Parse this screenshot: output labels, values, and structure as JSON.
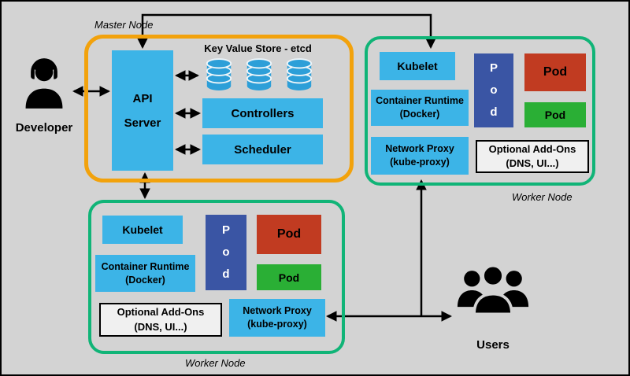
{
  "colors": {
    "background": "#d3d3d3",
    "box_blue": "#3cb4e7",
    "cylinder_blue": "#2d9fd8",
    "pod_dark_blue": "#3a55a4",
    "pod_red": "#c13b21",
    "pod_green": "#2aaf35",
    "master_border": "#f2a20c",
    "worker_border": "#10b477",
    "addon_bg": "#f0f0f0",
    "arrow": "#000000"
  },
  "master_node": {
    "label": "Master Node",
    "api_server": {
      "line1": "API",
      "line2": "Server"
    },
    "etcd_title": "Key Value Store - etcd",
    "controllers": "Controllers",
    "scheduler": "Scheduler"
  },
  "worker_node_top": {
    "label": "Worker Node",
    "kubelet": "Kubelet",
    "container_runtime": {
      "line1": "Container Runtime",
      "line2": "(Docker)"
    },
    "network_proxy": {
      "line1": "Network Proxy",
      "line2": "(kube-proxy)"
    },
    "pod_column": "Pod",
    "pod_red": "Pod",
    "pod_green": "Pod",
    "addons": {
      "line1": "Optional Add-Ons",
      "line2": "(DNS, UI...)"
    }
  },
  "worker_node_bottom": {
    "label": "Worker Node",
    "kubelet": "Kubelet",
    "container_runtime": {
      "line1": "Container Runtime",
      "line2": "(Docker)"
    },
    "network_proxy": {
      "line1": "Network Proxy",
      "line2": "(kube-proxy)"
    },
    "pod_column": "Pod",
    "pod_red": "Pod",
    "pod_green": "Pod",
    "addons": {
      "line1": "Optional Add-Ons",
      "line2": "(DNS, UI...)"
    }
  },
  "actors": {
    "developer_label": "Developer",
    "users_label": "Users"
  }
}
